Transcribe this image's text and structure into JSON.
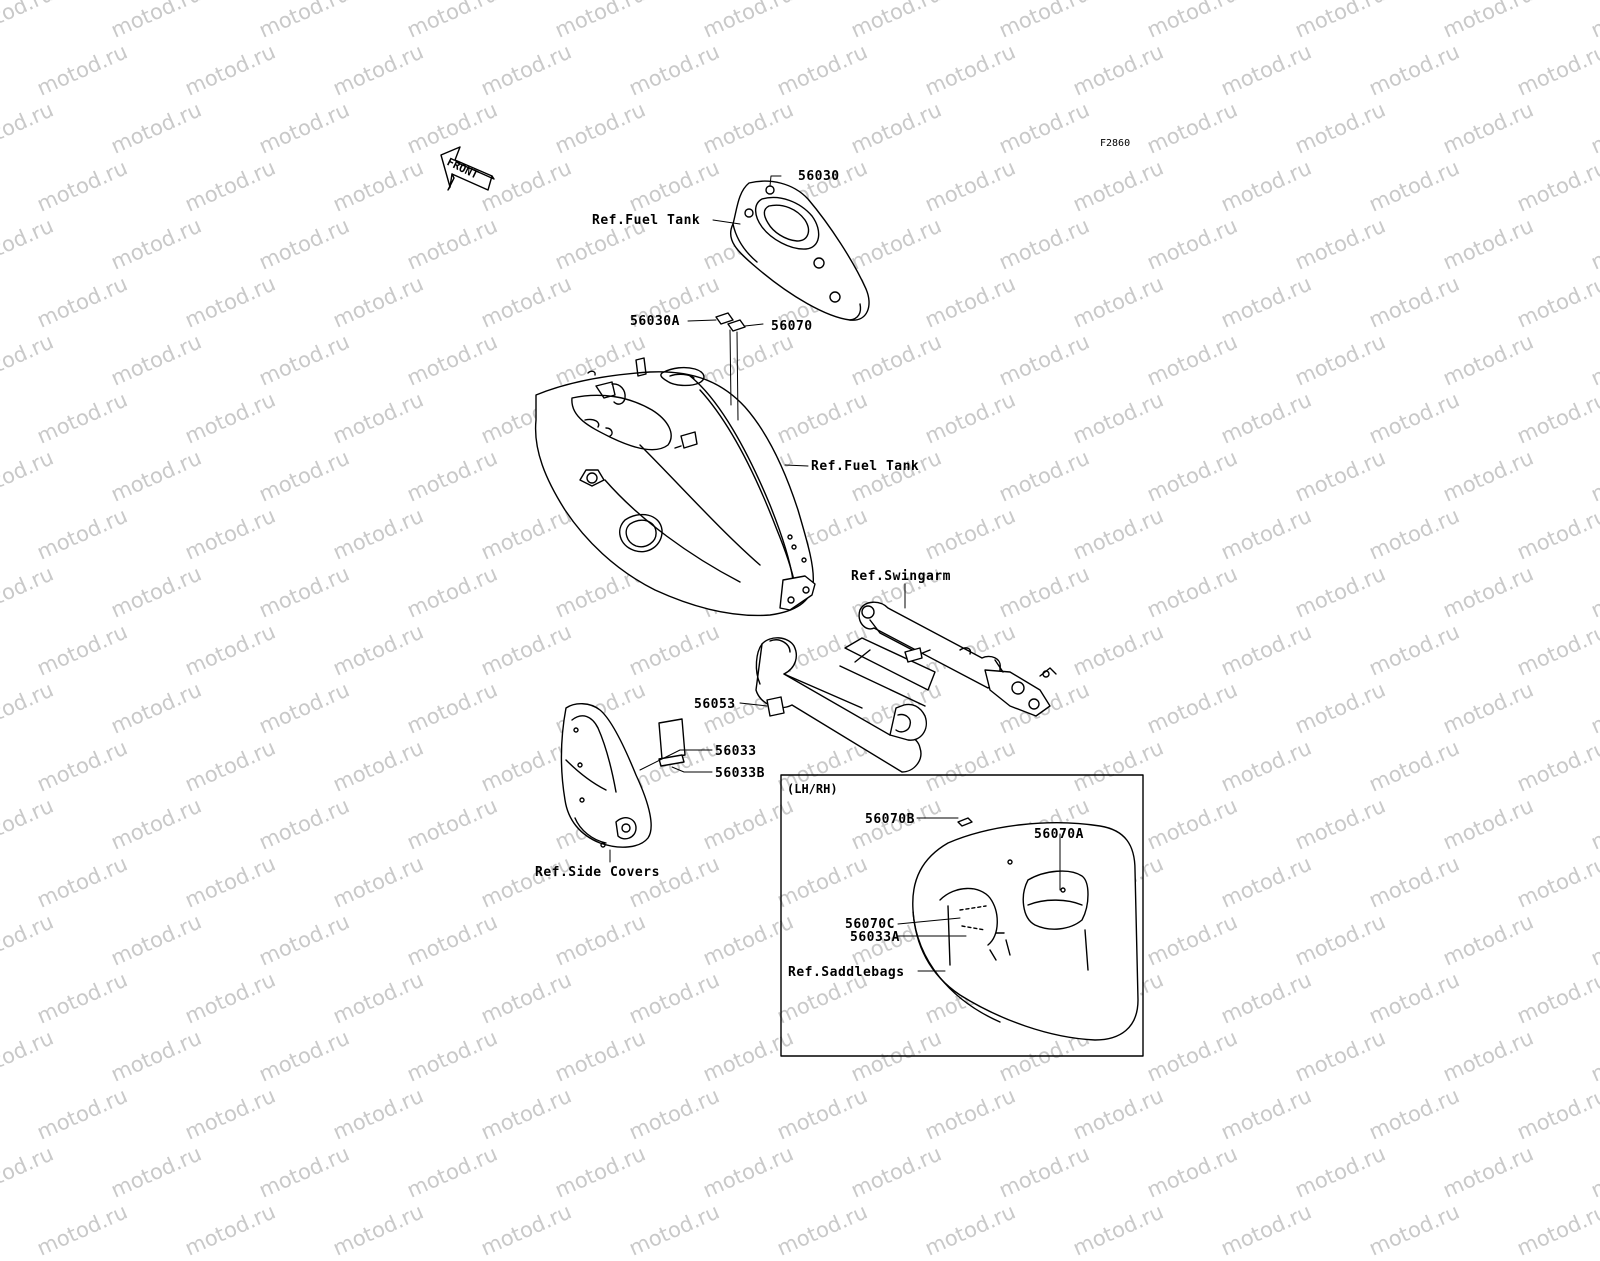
{
  "watermark": "motod.ru",
  "figure_code": "F2860",
  "front_arrow_text": "FRONT",
  "inset_title": "(LH/RH)",
  "labels": {
    "p56030": "56030",
    "ref_fuel_tank_top": "Ref.Fuel Tank",
    "p56030A": "56030A",
    "p56070": "56070",
    "ref_fuel_tank_main": "Ref.Fuel Tank",
    "ref_swingarm": "Ref.Swingarm",
    "p56053": "56053",
    "p56033": "56033",
    "p56033B": "56033B",
    "ref_side_covers": "Ref.Side Covers",
    "p56070B": "56070B",
    "p56070A": "56070A",
    "p56070C": "56070C",
    "p56033A": "56033A",
    "ref_saddlebags": "Ref.Saddlebags"
  }
}
